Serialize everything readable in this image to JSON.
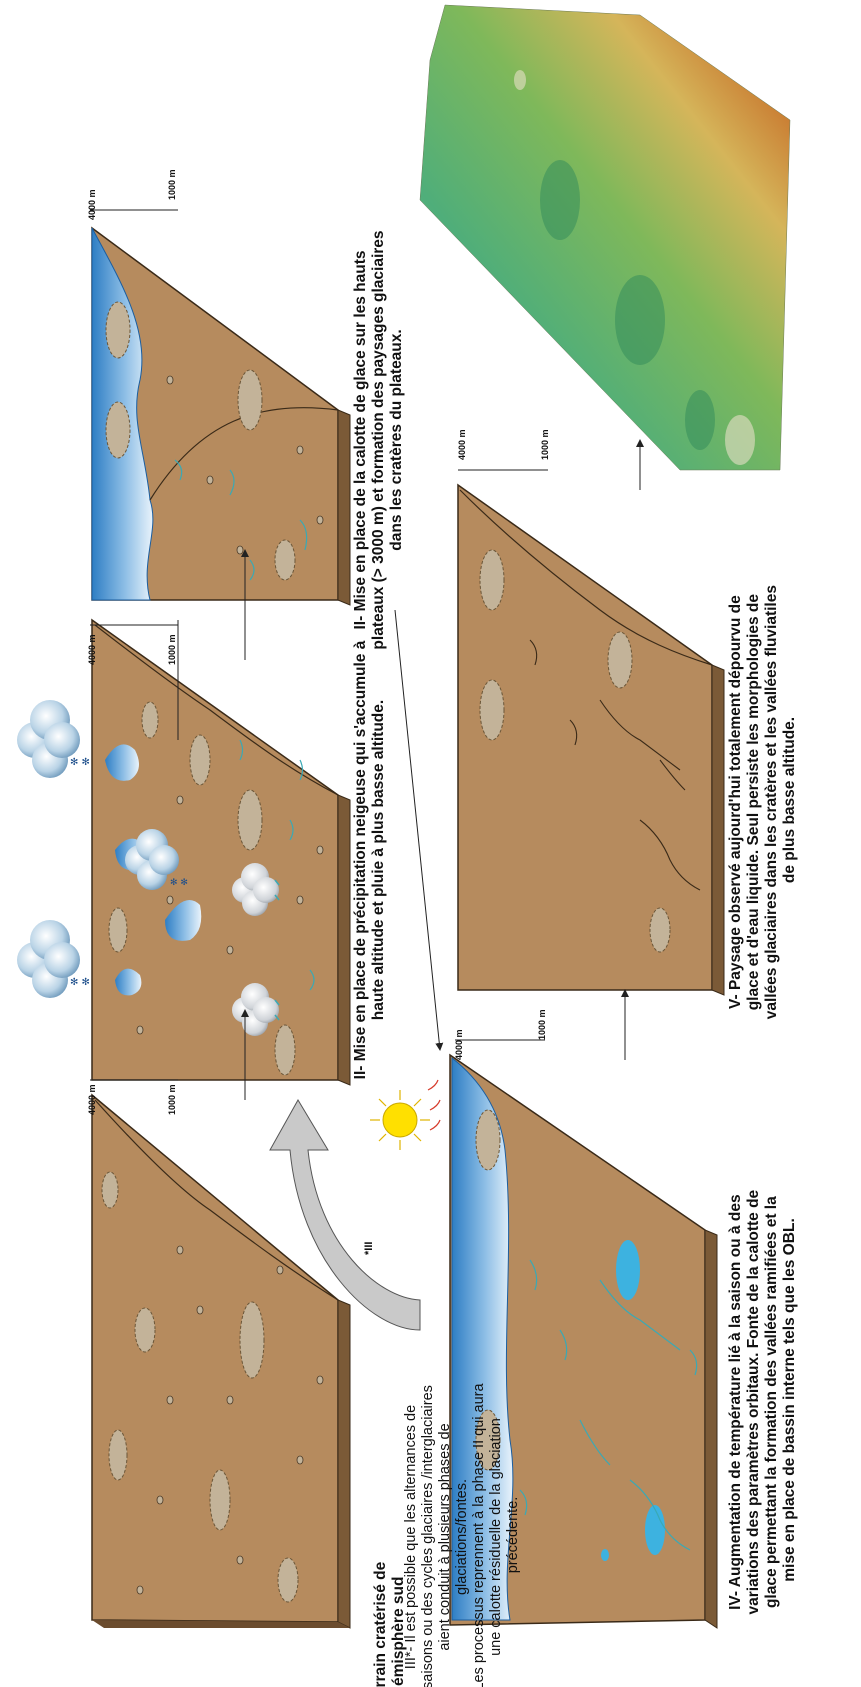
{
  "scale": {
    "high": "4000 m",
    "low": "1000 m"
  },
  "captions": {
    "I": [
      "I- Terrain cratérisé de",
      "l'hémisphère sud"
    ],
    "II_a": [
      "II- Mise en place de précipitation neigeuse qui s'accumule à",
      "haute altitude et pluie à plus basse altitude."
    ],
    "II_b": [
      "II- Mise en place de la calotte de glace sur les hauts",
      "plateaux (> 3000 m) et formation des paysages glaciaires",
      "dans les cratères du plateaux."
    ],
    "III": [
      "III*- Il est possible que les alternances de",
      "saisons ou des cycles glaciaires /interglaciaires",
      "aient conduit à plusieurs phases de",
      "glaciations/fontes.",
      "Les processus reprennent à la phase II qui aura",
      "une calotte résiduelle de la glaciation",
      "précédente."
    ],
    "IV": [
      "IV- Augmentation de température lié à la saison ou à des",
      "variations des paramètres orbitaux. Fonte de la calotte de",
      "glace permettant la formation des vallées ramifiées et la",
      "mise en place de bassin interne tels que les OBL."
    ],
    "V": [
      "V- Paysage observé aujourd'hui totalement dépourvu de",
      "glace et d'eau liquide. Seul persiste les morphologies de",
      "vallées glaciaires dans les cratères et les vallées fluviatiles",
      "de plus basse altitude."
    ]
  },
  "arrow_label": "*III",
  "colors": {
    "terrain": "#b68b5e",
    "terrain_side": "#7b5a37",
    "crater": "#c3b399",
    "ice_light": "#dbeaf7",
    "ice_dark": "#2e7ec4",
    "river": "#3aa9b5",
    "sun": "#ffe000"
  }
}
